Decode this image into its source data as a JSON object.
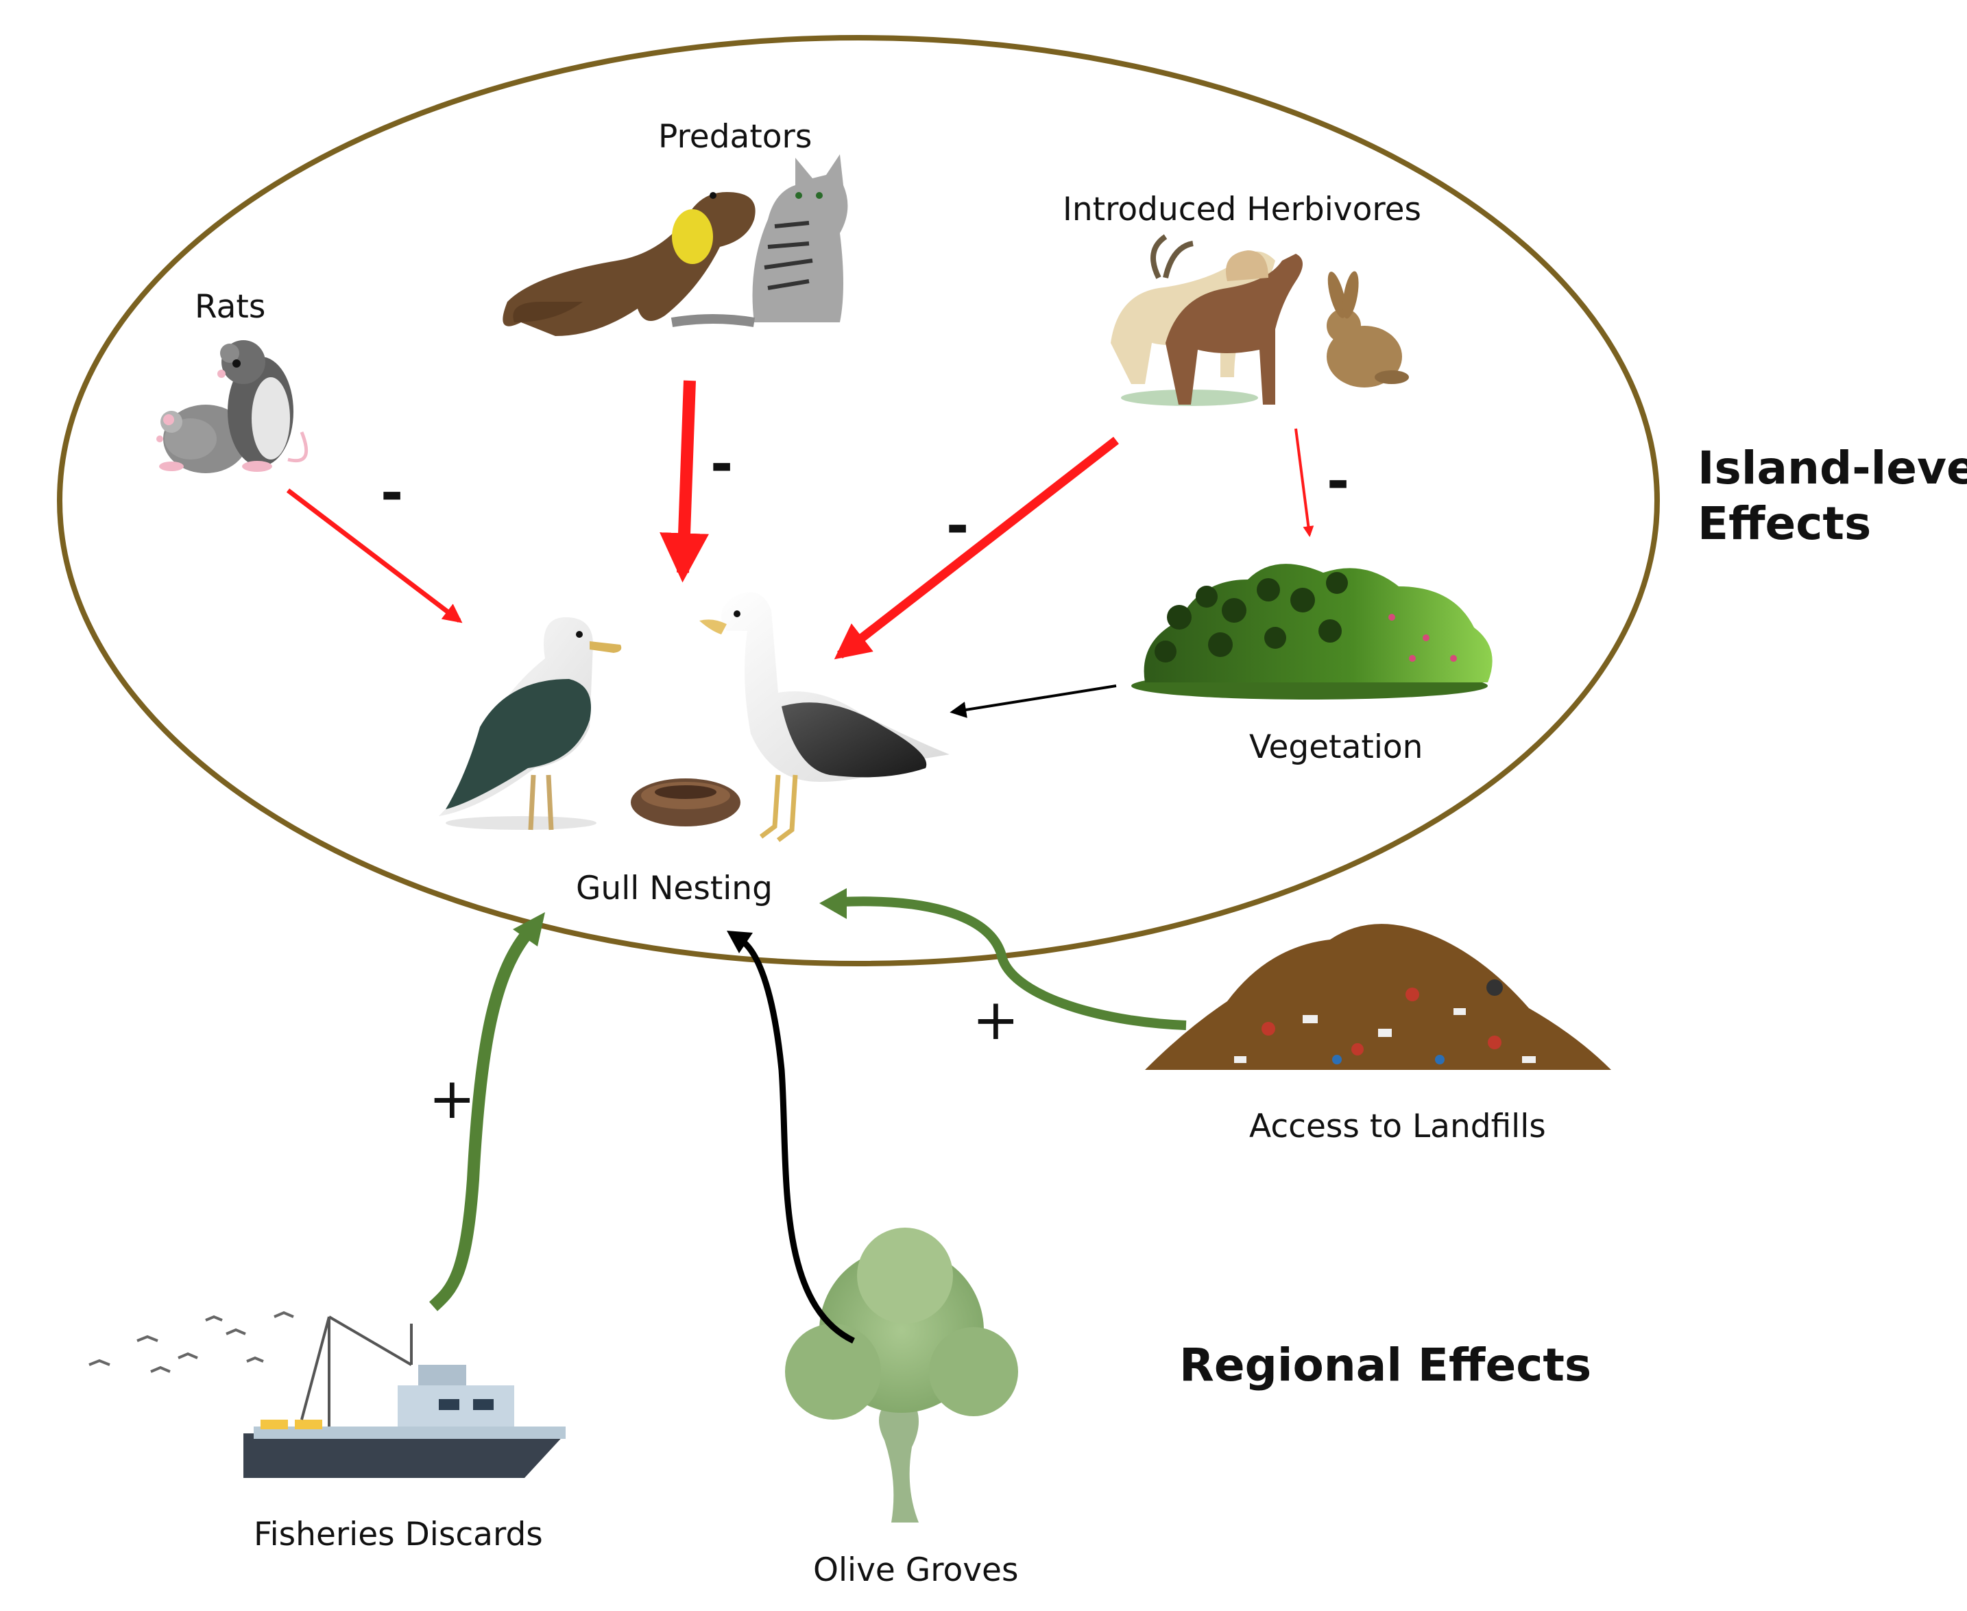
{
  "diagram": {
    "colors": {
      "ellipse": "#7a6120",
      "negative": "#ff1a1a",
      "positive": "#548235",
      "neutral": "#000000"
    },
    "sections": {
      "island": {
        "line1": "Island-level",
        "line2": "Effects"
      },
      "regional": "Regional Effects"
    },
    "nodes": {
      "rats": {
        "label": "Rats",
        "icon": "rat-icon"
      },
      "predators": {
        "label": "Predators",
        "icon": "marten-cat-icon"
      },
      "herbivores": {
        "label": "Introduced Herbivores",
        "icon": "goat-rabbit-icon"
      },
      "vegetation": {
        "label": "Vegetation",
        "icon": "shrub-icon"
      },
      "gulls": {
        "label": "Gull Nesting",
        "icon": "gulls-nest-icon"
      },
      "landfills": {
        "label": "Access to Landfills",
        "icon": "landfill-icon"
      },
      "fisheries": {
        "label": "Fisheries Discards",
        "icon": "fishing-boat-icon"
      },
      "olives": {
        "label": "Olive Groves",
        "icon": "olive-tree-icon"
      }
    },
    "effects": {
      "rats_gulls": "-",
      "predators_gulls": "-",
      "herbivores_gulls": "-",
      "herbivores_vegetation": "-",
      "landfills_gulls": "+",
      "fisheries_gulls": "+"
    }
  }
}
